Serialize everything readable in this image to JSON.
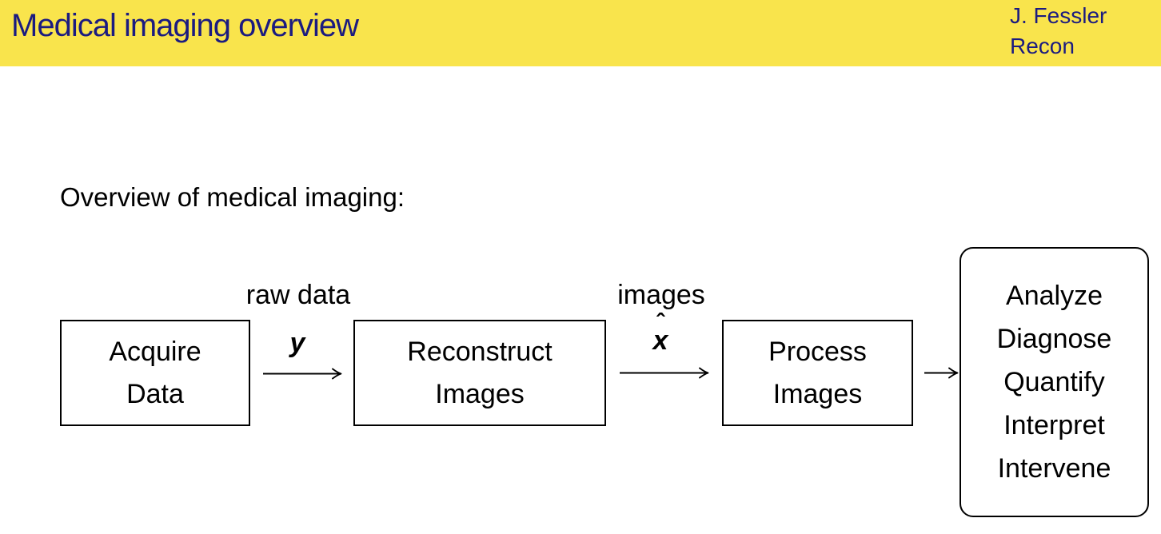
{
  "slide": {
    "header": {
      "title": "Medical imaging overview",
      "author": "J. Fessler",
      "course": "Recon"
    },
    "intro_text": "Overview of medical imaging:",
    "colors": {
      "header_bg": "#F9E44C",
      "header_text": "#1B1B80",
      "body_text": "#000000",
      "box_border": "#000000"
    },
    "diagram": {
      "boxes": [
        {
          "id": "acquire-data",
          "lines": [
            "Acquire",
            "Data"
          ]
        },
        {
          "id": "reconstruct-images",
          "lines": [
            "Reconstruct",
            "Images"
          ]
        },
        {
          "id": "process-images",
          "lines": [
            "Process",
            "Images"
          ]
        },
        {
          "id": "analyze-outcomes",
          "lines": [
            "Analyze",
            "Diagnose",
            "Quantify",
            "Interpret",
            "Intervene"
          ]
        }
      ],
      "arrow1": {
        "label": "raw data",
        "math": "y"
      },
      "arrow2": {
        "label": "images",
        "math_base": "x",
        "math_accent": "ˆ"
      }
    }
  }
}
